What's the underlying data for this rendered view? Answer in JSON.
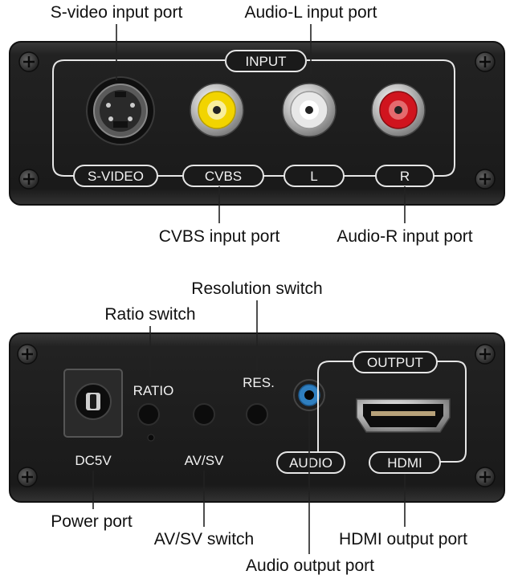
{
  "top_panel": {
    "frame_label": "INPUT",
    "port_labels": [
      "S-VIDEO",
      "CVBS",
      "L",
      "R"
    ]
  },
  "bottom_panel": {
    "frame_label": "OUTPUT",
    "labels": {
      "ratio": "RATIO",
      "res": "RES.",
      "dc": "DC5V",
      "avsv": "AV/SV",
      "audio": "AUDIO",
      "hdmi": "HDMI"
    }
  },
  "callouts": {
    "svideo_input": "S-video input port",
    "audio_l_input": "Audio-L input port",
    "cvbs_input": "CVBS input port",
    "audio_r_input": "Audio-R input port",
    "resolution_switch": "Resolution switch",
    "ratio_switch": "Ratio switch",
    "power_port": "Power port",
    "avsv_switch": "AV/SV switch",
    "hdmi_output": "HDMI output port",
    "audio_output": "Audio output port"
  },
  "colors": {
    "panel": "#1c1c1c",
    "rca_yellow": "#f2d400",
    "rca_white": "#e8e8e8",
    "rca_red": "#d0141e",
    "audio_ring": "#2f7fc0"
  }
}
